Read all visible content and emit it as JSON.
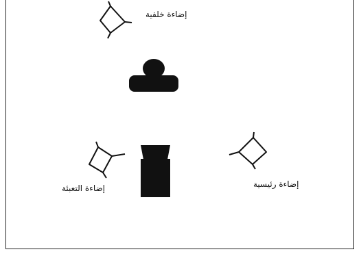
{
  "labels": {
    "back_light": "إضاءة خلفية",
    "key_light": "إضاءة رئيسية",
    "fill_light": "إضاءة التعبئة"
  },
  "colors": {
    "ink": "#111111",
    "background": "#ffffff"
  },
  "icons": {
    "back_light": "light-diamond-icon",
    "key_light": "light-diamond-icon",
    "fill_light": "light-diamond-icon",
    "subject": "person-icon",
    "camera": "camera-icon"
  }
}
